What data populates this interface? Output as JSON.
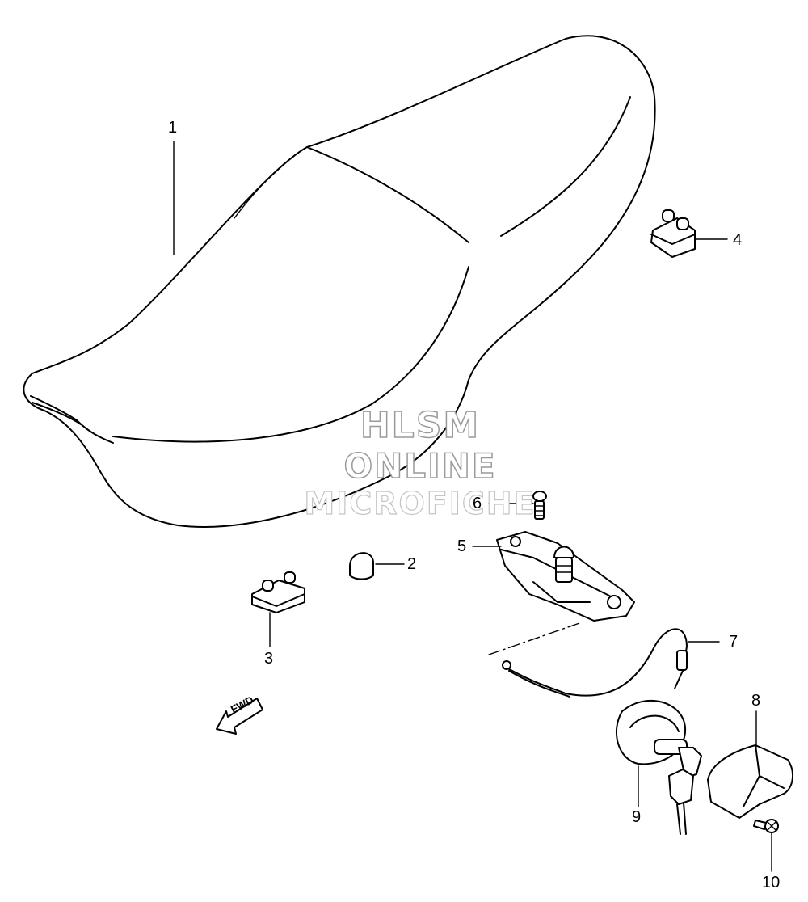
{
  "watermark": {
    "line1": "HLSM",
    "line2": "ONLINE",
    "line3": "MICROFICHE"
  },
  "direction_arrow": {
    "text": "FWD",
    "icon": "left-arrow-icon"
  },
  "callouts": [
    {
      "number": "1",
      "part": "seat"
    },
    {
      "number": "2",
      "part": "cushion"
    },
    {
      "number": "3",
      "part": "bracket"
    },
    {
      "number": "4",
      "part": "bracket"
    },
    {
      "number": "5",
      "part": "seat-lock"
    },
    {
      "number": "6",
      "part": "screw"
    },
    {
      "number": "7",
      "part": "cable"
    },
    {
      "number": "8",
      "part": "cover"
    },
    {
      "number": "9",
      "part": "lock-set"
    },
    {
      "number": "10",
      "part": "screw"
    }
  ]
}
